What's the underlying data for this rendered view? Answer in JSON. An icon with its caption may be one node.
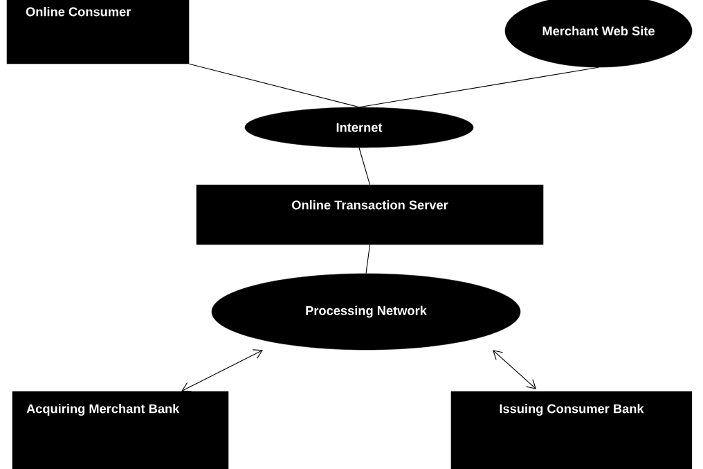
{
  "diagram": {
    "nodes": [
      {
        "text": [
          "Online Consumer"
        ]
      },
      {
        "text": [
          "Merchant Web Site"
        ]
      },
      {
        "text": [
          "Internet"
        ]
      },
      {
        "text": [
          "Online Transaction Server"
        ]
      },
      {
        "text": [
          "Processing Network"
        ]
      },
      {
        "text": [
          "Acquiring Merchant Bank"
        ]
      },
      {
        "text": [
          "Issuing Consumer Bank"
        ]
      }
    ],
    "edges": [
      {
        "from": 0,
        "to": 2,
        "arrow": "none"
      },
      {
        "from": 1,
        "to": 2,
        "arrow": "none"
      },
      {
        "from": 2,
        "to": 3,
        "arrow": "none"
      },
      {
        "from": 3,
        "to": 4,
        "arrow": "none"
      },
      {
        "from": 4,
        "to": 5,
        "arrow": "both"
      },
      {
        "from": 4,
        "to": 6,
        "arrow": "both"
      }
    ]
  }
}
